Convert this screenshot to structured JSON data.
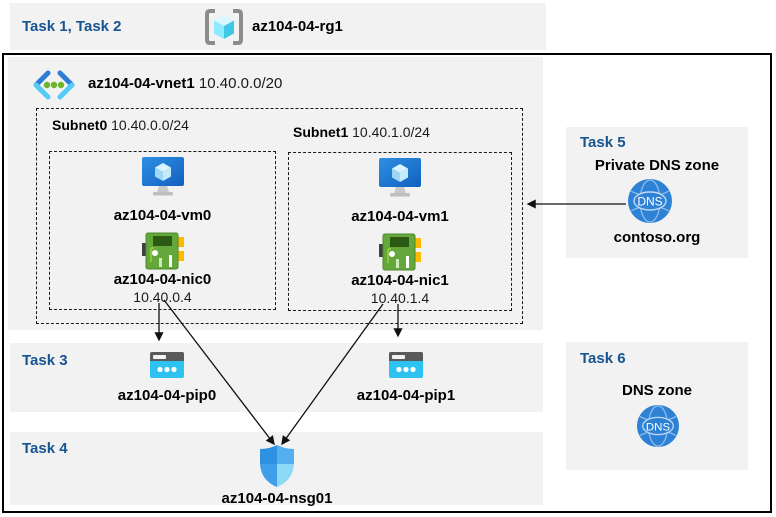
{
  "header": {
    "tasks_label": "Task 1, Task 2",
    "resource_group_name": "az104-04-rg1"
  },
  "vnet": {
    "name": "az104-04-vnet1",
    "address_space": "10.40.0.0/20",
    "subnets": [
      {
        "name": "Subnet0",
        "address_range": "10.40.0.0/24",
        "vm_name": "az104-04-vm0",
        "nic_name": "az104-04-nic0",
        "nic_ip": "10.40.0.4"
      },
      {
        "name": "Subnet1",
        "address_range": "10.40.1.0/24",
        "vm_name": "az104-04-vm1",
        "nic_name": "az104-04-nic1",
        "nic_ip": "10.40.1.4"
      }
    ]
  },
  "task3": {
    "label": "Task 3",
    "pip0_name": "az104-04-pip0",
    "pip1_name": "az104-04-pip1"
  },
  "task4": {
    "label": "Task 4",
    "nsg_name": "az104-04-nsg01"
  },
  "task5": {
    "label": "Task 5",
    "title": "Private DNS zone",
    "zone_name": "contoso.org",
    "dns_icon_text": "DNS"
  },
  "task6": {
    "label": "Task 6",
    "title": "DNS zone",
    "dns_icon_text": "DNS"
  },
  "colors": {
    "task_label": "#175490",
    "panel_bg": "#F2F2F2",
    "arrow": "#111111",
    "vm_blue": "#1E78D2",
    "nic_green": "#64A83C",
    "pip_cyan": "#2EC2F0",
    "dns_blue": "#2E82D6"
  }
}
